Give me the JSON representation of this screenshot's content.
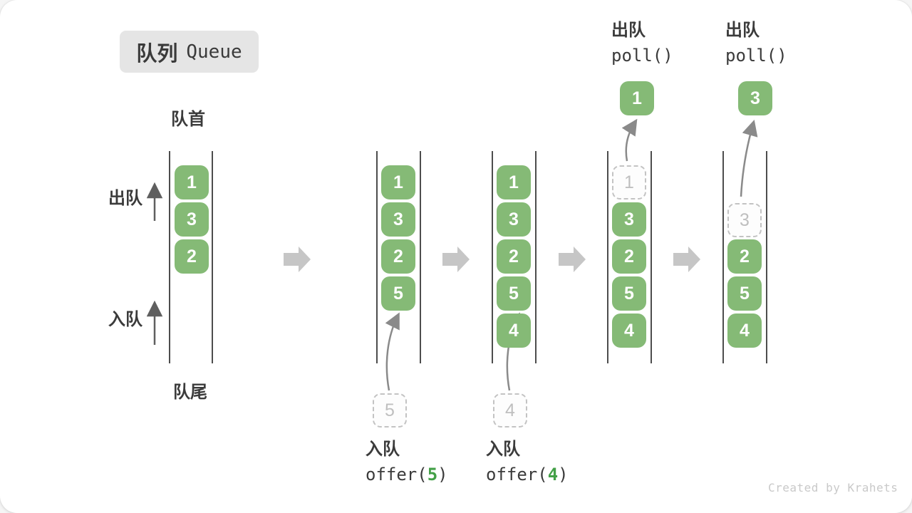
{
  "title": {
    "zh": "队列",
    "en": "Queue"
  },
  "labels": {
    "front": "队首",
    "rear": "队尾",
    "dequeue": "出队",
    "enqueue": "入队"
  },
  "watermark": "Created by Krahets",
  "colors": {
    "cell_green": "#85ba76",
    "code_green": "#43a047",
    "block_arrow_gray": "#c6c6c6",
    "text_dark": "#3b3b3b",
    "dashed_gray": "#c3c3c3",
    "title_bg": "#e5e5e5"
  },
  "states": [
    {
      "cells": [
        "1",
        "3",
        "2"
      ]
    },
    {
      "cells": [
        "1",
        "3",
        "2",
        "5"
      ],
      "pending": "5",
      "caption": {
        "op": "入队",
        "code_pre": "offer(",
        "arg": "5",
        "code_post": ")"
      }
    },
    {
      "cells": [
        "1",
        "3",
        "2",
        "5",
        "4"
      ],
      "pending": "4",
      "caption": {
        "op": "入队",
        "code_pre": "offer(",
        "arg": "4",
        "code_post": ")"
      }
    },
    {
      "removed": "1",
      "cells": [
        "3",
        "2",
        "5",
        "4"
      ],
      "out": "1",
      "caption": {
        "op": "出队",
        "code": "poll()"
      }
    },
    {
      "removed": "3",
      "cells": [
        "2",
        "5",
        "4"
      ],
      "out": "3",
      "caption": {
        "op": "出队",
        "code": "poll()"
      }
    }
  ]
}
